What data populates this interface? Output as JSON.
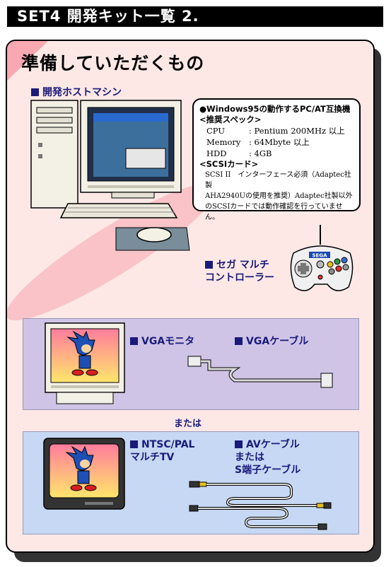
{
  "header": {
    "title": "SET4 開発キット一覧 2."
  },
  "section": {
    "heading": "準備していただくもの"
  },
  "host": {
    "label": "開発ホストマシン",
    "spec_title": "●Windows95の動作するPC/AT互換機",
    "recommended_title": "<推奨スペック>",
    "specs": [
      {
        "name": "CPU",
        "value": ": Pentium 200MHz 以上"
      },
      {
        "name": "Memory",
        "value": ": 64Mbyte 以上"
      },
      {
        "name": "HDD",
        "value": ": 4GB"
      }
    ],
    "scsi_title": "<SCSIカード>",
    "scsi_notes": [
      "SCSI II　インターフェース必須（Adaptec社製",
      "AHA2940Uの使用を推奨）Adaptec社製以外",
      "のSCSIカードでは動作確認を行っていません。"
    ]
  },
  "controller": {
    "label": "セガ マルチ\nコントローラー",
    "brand": "SEGA"
  },
  "vga": {
    "monitor_label": "VGAモニタ",
    "cable_label": "VGAケーブル"
  },
  "or_text": "または",
  "tv": {
    "monitor_label": "NTSC/PAL\nマルチTV",
    "cable_label": "AVケーブル\nまたは\nS端子ケーブル"
  },
  "colors": {
    "panel_vga": "#cfc4e6",
    "panel_tv": "#c6d8f3",
    "label_blue": "#1a1a7a",
    "card_bg": "#fde8e6"
  }
}
